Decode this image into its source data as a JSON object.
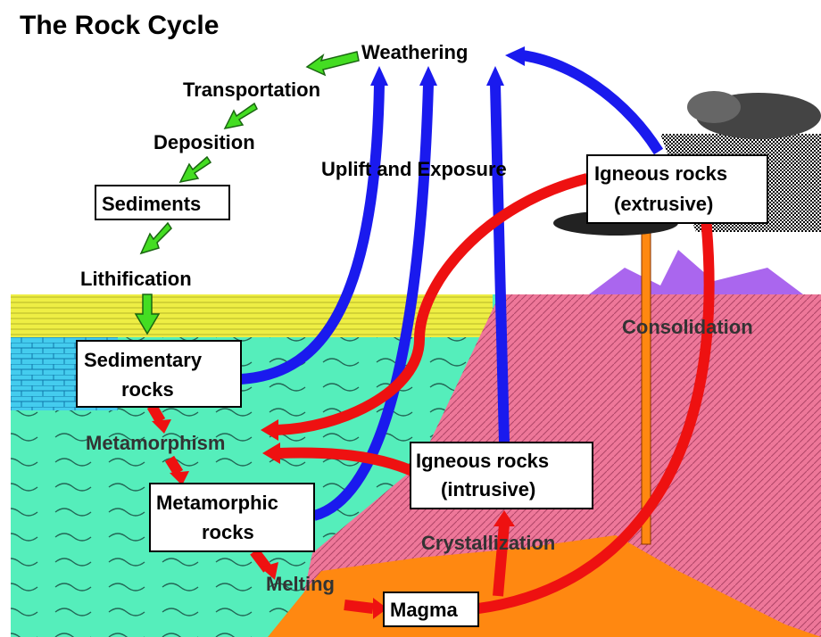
{
  "title": "The Rock Cycle",
  "labels": {
    "weathering": "Weathering",
    "transportation": "Transportation",
    "deposition": "Deposition",
    "lithification": "Lithification",
    "uplift": "Uplift and Exposure",
    "metamorphism": "Metamorphism",
    "melting": "Melting",
    "crystallization": "Crystallization",
    "consolidation": "Consolidation"
  },
  "boxes": {
    "sediments": "Sediments",
    "sedimentary_1": "Sedimentary",
    "sedimentary_2": "rocks",
    "metamorphic_1": "Metamorphic",
    "metamorphic_2": "rocks",
    "igneous_ext_1": "Igneous rocks",
    "igneous_ext_2": "(extrusive)",
    "igneous_int_1": "Igneous rocks",
    "igneous_int_2": "(intrusive)",
    "magma": "Magma"
  },
  "colors": {
    "green_arrow": "#44dd22",
    "blue_arrow": "#1a1aee",
    "red_arrow": "#ee1111",
    "sea_green": "#55eebb",
    "pink_crust": "#ee7799",
    "magma_orange": "#ff8811",
    "yellow_layer": "#eeee44",
    "cyan_brick": "#44ccee",
    "mountain_purple": "#aa66ee"
  }
}
